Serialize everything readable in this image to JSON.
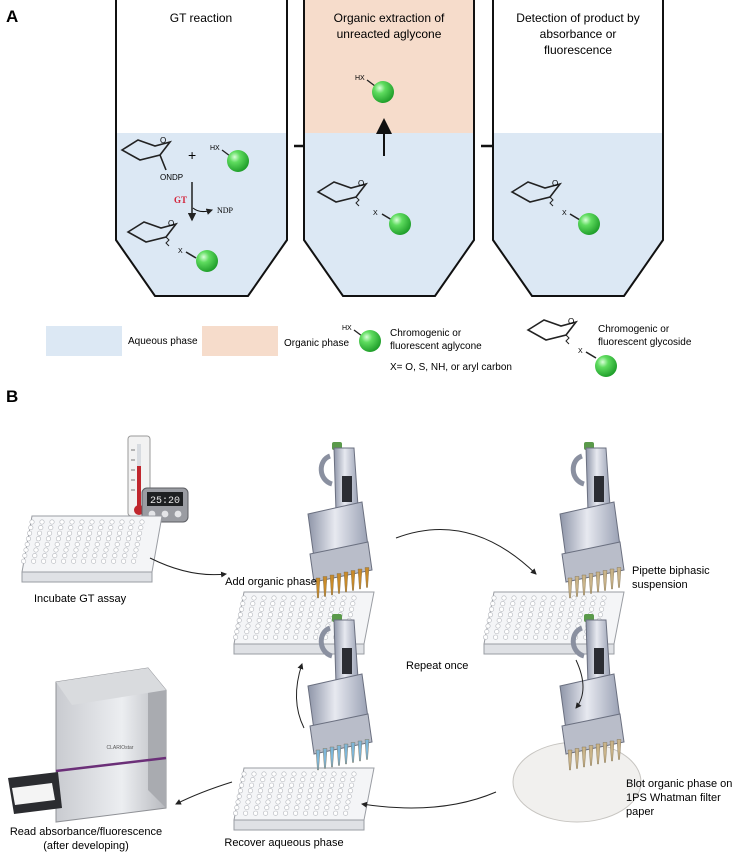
{
  "panel_a": {
    "letter": "A",
    "tube1_title": "GT reaction",
    "tube2_title_line1": "Organic extraction of",
    "tube2_title_line2": "unreacted aglycone",
    "tube3_title_line1": "Detection of product by",
    "tube3_title_line2": "absorbance or",
    "tube3_title_line3": "fluorescence",
    "plus": "+",
    "hx": "HX",
    "ondp": "ONDP",
    "gt": "GT",
    "ndp": "NDP",
    "x": "X",
    "o": "O",
    "legend": {
      "aqueous": "Aqueous phase",
      "organic": "Organic phase",
      "aglycone_line1": "Chromogenic or",
      "aglycone_line2": "fluorescent aglycone",
      "glycoside_line1": "Chromogenic or",
      "glycoside_line2": "fluorescent glycoside",
      "x_note": "X= O, S, NH, or aryl carbon"
    },
    "colors": {
      "aqueous": "#dce8f4",
      "organic": "#f6dccb",
      "sphere": "#37c337",
      "gt_red": "#d3233a"
    }
  },
  "panel_b": {
    "letter": "B",
    "incubate": "Incubate GT assay",
    "timer": "25:20",
    "add_organic": "Add organic phase",
    "pipette_line1": "Pipette biphasic",
    "pipette_line2": "suspension",
    "repeat": "Repeat once",
    "blot_line1": "Blot organic phase on",
    "blot_line2": "1PS Whatman filter",
    "blot_line3": "paper",
    "recover": "Recover aqueous phase",
    "read_line1": "Read absorbance/fluorescence",
    "read_line2": "(after developing)",
    "reader_brand": "CLARIOstar"
  }
}
